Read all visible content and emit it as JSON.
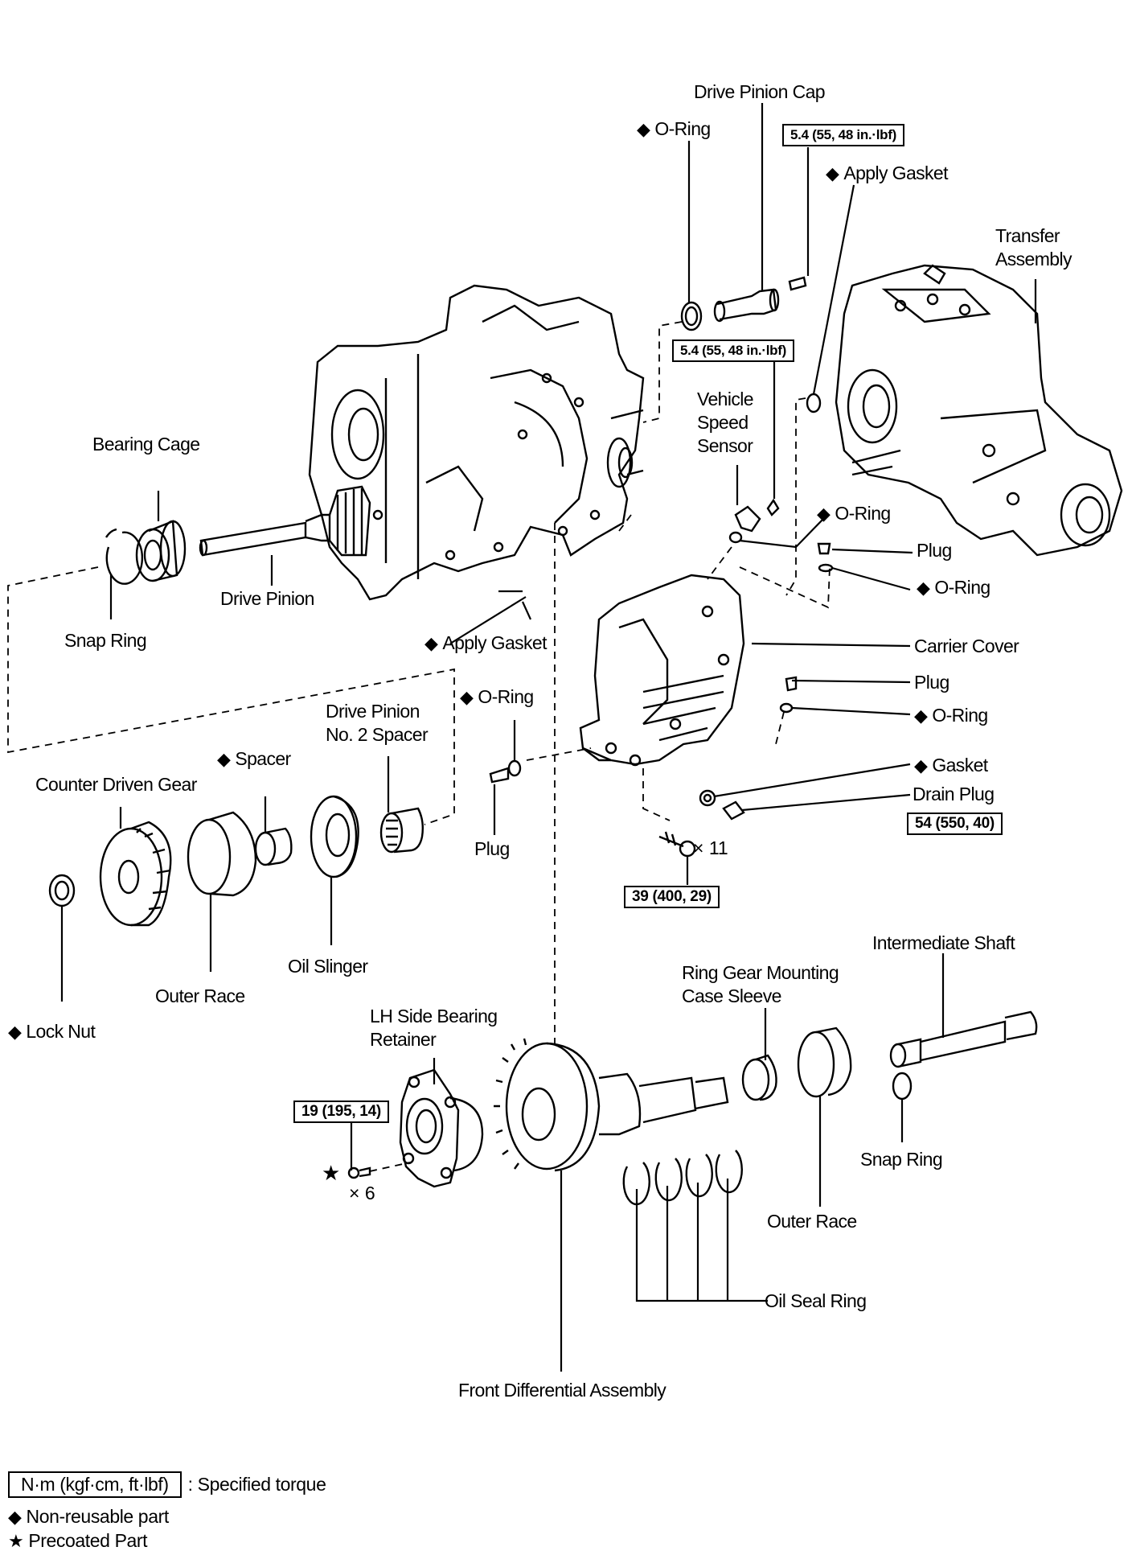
{
  "diagram": {
    "type": "exploded-parts-view",
    "subject": "Transaxle front differential / transfer components"
  },
  "labels": {
    "drive_pinion_cap": "Drive Pinion Cap",
    "o_ring_top": "O-Ring",
    "apply_gasket_top": "Apply Gasket",
    "transfer_assembly_1": "Transfer",
    "transfer_assembly_2": "Assembly",
    "vehicle_speed_sensor_1": "Vehicle",
    "vehicle_speed_sensor_2": "Speed",
    "vehicle_speed_sensor_3": "Sensor",
    "bearing_cage": "Bearing Cage",
    "drive_pinion": "Drive Pinion",
    "snap_ring_left": "Snap Ring",
    "o_ring_right_1": "O-Ring",
    "plug_right_1": "Plug",
    "o_ring_right_2": "O-Ring",
    "apply_gasket_mid": "Apply Gasket",
    "carrier_cover": "Carrier Cover",
    "plug_right_2": "Plug",
    "o_ring_right_3": "O-Ring",
    "o_ring_mid": "O-Ring",
    "drive_pinion_no2_spacer_1": "Drive Pinion",
    "drive_pinion_no2_spacer_2": "No. 2 Spacer",
    "spacer": "Spacer",
    "counter_driven_gear": "Counter Driven Gear",
    "plug_mid": "Plug",
    "gasket": "Gasket",
    "drain_plug": "Drain Plug",
    "oil_slinger": "Oil Slinger",
    "outer_race_left": "Outer Race",
    "lock_nut": "Lock Nut",
    "intermediate_shaft": "Intermediate Shaft",
    "ring_gear_sleeve_1": "Ring Gear Mounting",
    "ring_gear_sleeve_2": "Case Sleeve",
    "lh_side_bearing_retainer_1": "LH Side Bearing",
    "lh_side_bearing_retainer_2": "Retainer",
    "snap_ring_right": "Snap Ring",
    "outer_race_right": "Outer Race",
    "oil_seal_ring": "Oil Seal Ring",
    "front_differential_assembly": "Front Differential Assembly"
  },
  "torques": {
    "drive_pinion_cap_bolt": "5.4 (55, 48 in.·lbf)",
    "speed_sensor_bolt": "5.4 (55, 48 in.·lbf)",
    "drain_plug": "54 (550, 40)",
    "carrier_cover_bolts": "39 (400, 29)",
    "retainer_bolts": "19 (195, 14)"
  },
  "quantities": {
    "carrier_cover_bolts": "× 11",
    "retainer_bolts": "× 6"
  },
  "symbols": {
    "non_reusable": "◆",
    "precoated": "★"
  },
  "legend": {
    "torque_unit": "N·m (kgf·cm, ft·lbf)",
    "torque_desc": ": Specified torque",
    "non_reusable_desc": "Non-reusable part",
    "precoated_desc": "Precoated Part"
  }
}
